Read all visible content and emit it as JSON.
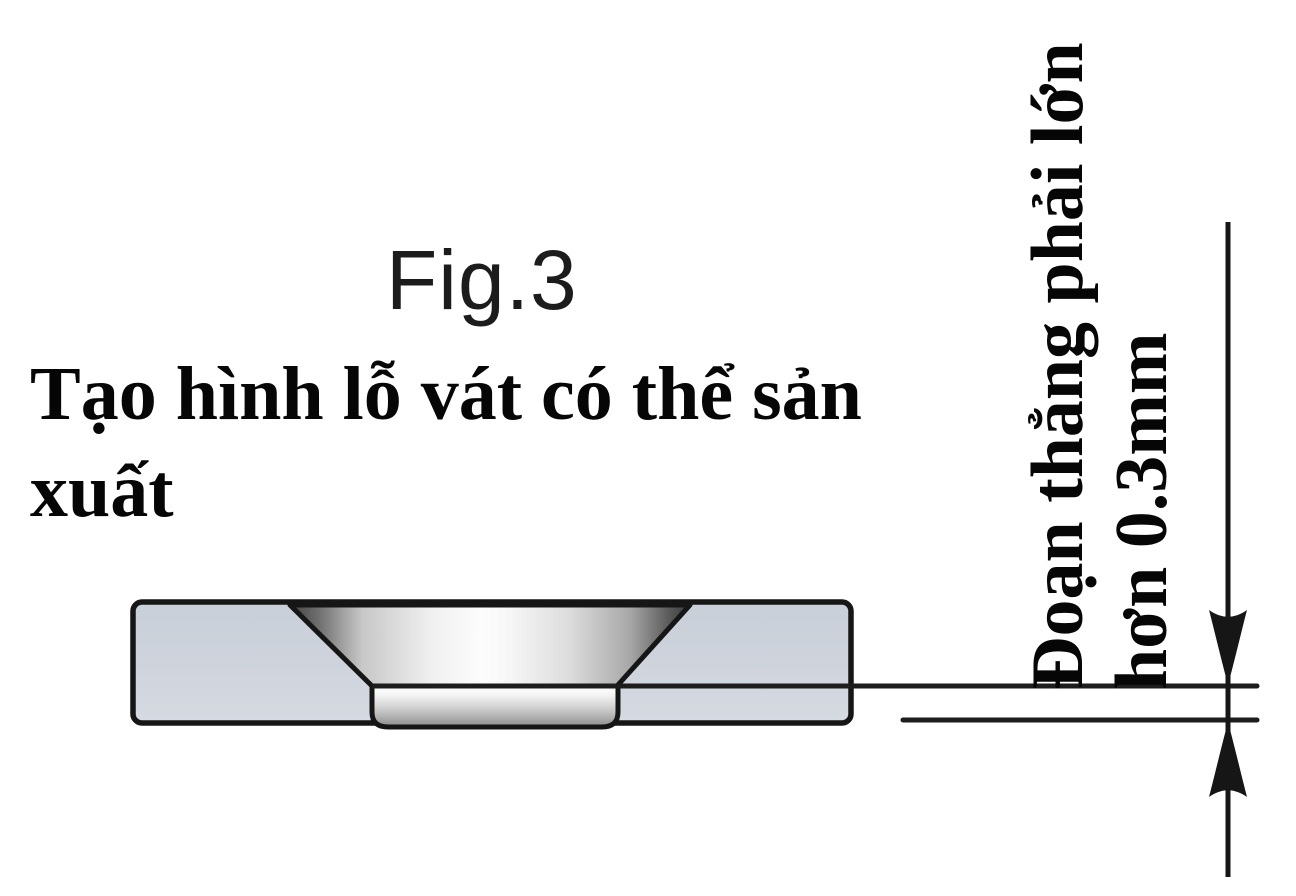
{
  "figure": {
    "label": "Fig.3",
    "caption": {
      "line1": "Tạo hình lỗ vát có thể sản",
      "line2": "xuất"
    }
  },
  "annotation": {
    "line1": "Đoạn thẳng phải lớn",
    "line2": "hơn 0.3mm"
  },
  "diagram": {
    "colors": {
      "background": "#ffffff",
      "plate_fill": "#ced3dc",
      "outline": "#161616",
      "dimension_line": "#1d1d1d"
    }
  }
}
